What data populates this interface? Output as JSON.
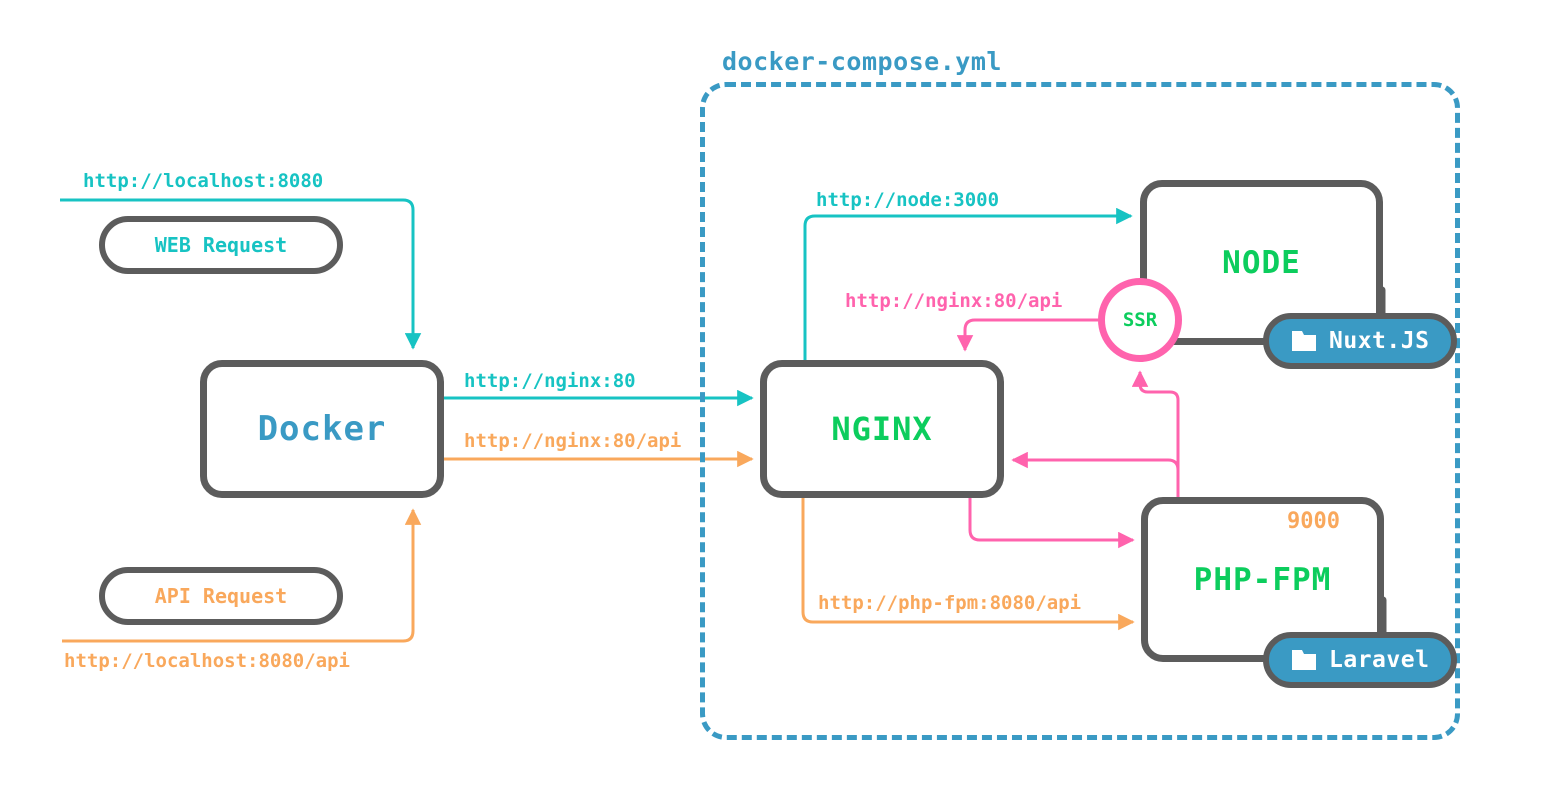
{
  "diagram": {
    "title": "docker-compose.yml",
    "colors": {
      "cyan": "#17c3c3",
      "orange": "#f9a85c",
      "pink": "#ff63ad",
      "green": "#0ccd5d",
      "blue": "#3a9ac4",
      "grey": "#5c5c5c",
      "white": "#ffffff"
    }
  },
  "clients": [
    {
      "id": "web-request",
      "label": "WEB Request",
      "color": "#17c3c3"
    },
    {
      "id": "api-request",
      "label": "API Request",
      "color": "#f9a85c"
    }
  ],
  "entry_labels": [
    {
      "id": "localhost-web",
      "text": "http://localhost:8080",
      "color": "#17c3c3"
    },
    {
      "id": "localhost-api",
      "text": "http://localhost:8080/api",
      "color": "#f9a85c"
    }
  ],
  "services": [
    {
      "id": "docker",
      "label": "Docker",
      "color": "#3a9ac4",
      "font_size": 34
    },
    {
      "id": "nginx",
      "label": "NGINX",
      "color": "#0ccd5d",
      "font_size": 32
    },
    {
      "id": "node",
      "label": "NODE",
      "color": "#0ccd5d",
      "font_size": 31
    },
    {
      "id": "php-fpm",
      "label": "PHP-FPM",
      "color": "#0ccd5d",
      "font_size": 31
    }
  ],
  "ssr": {
    "label": "SSR"
  },
  "ports": [
    {
      "id": "php-fpm-port",
      "text": "9000",
      "color": "#f9a85c"
    }
  ],
  "frameworks": [
    {
      "id": "nuxt",
      "label": "Nuxt.JS",
      "icon": "folder-icon"
    },
    {
      "id": "laravel",
      "label": "Laravel",
      "icon": "folder-icon"
    }
  ],
  "edges": [
    {
      "id": "docker-to-nginx-web",
      "text": "http://nginx:80",
      "color": "#17c3c3"
    },
    {
      "id": "docker-to-nginx-api",
      "text": "http://nginx:80/api",
      "color": "#f9a85c"
    },
    {
      "id": "nginx-to-node",
      "text": "http://node:3000",
      "color": "#17c3c3"
    },
    {
      "id": "ssr-to-nginx",
      "text": "http://nginx:80/api",
      "color": "#ff63ad"
    },
    {
      "id": "nginx-to-phpfpm",
      "text": "http://php-fpm:8080/api",
      "color": "#f9a85c"
    }
  ]
}
